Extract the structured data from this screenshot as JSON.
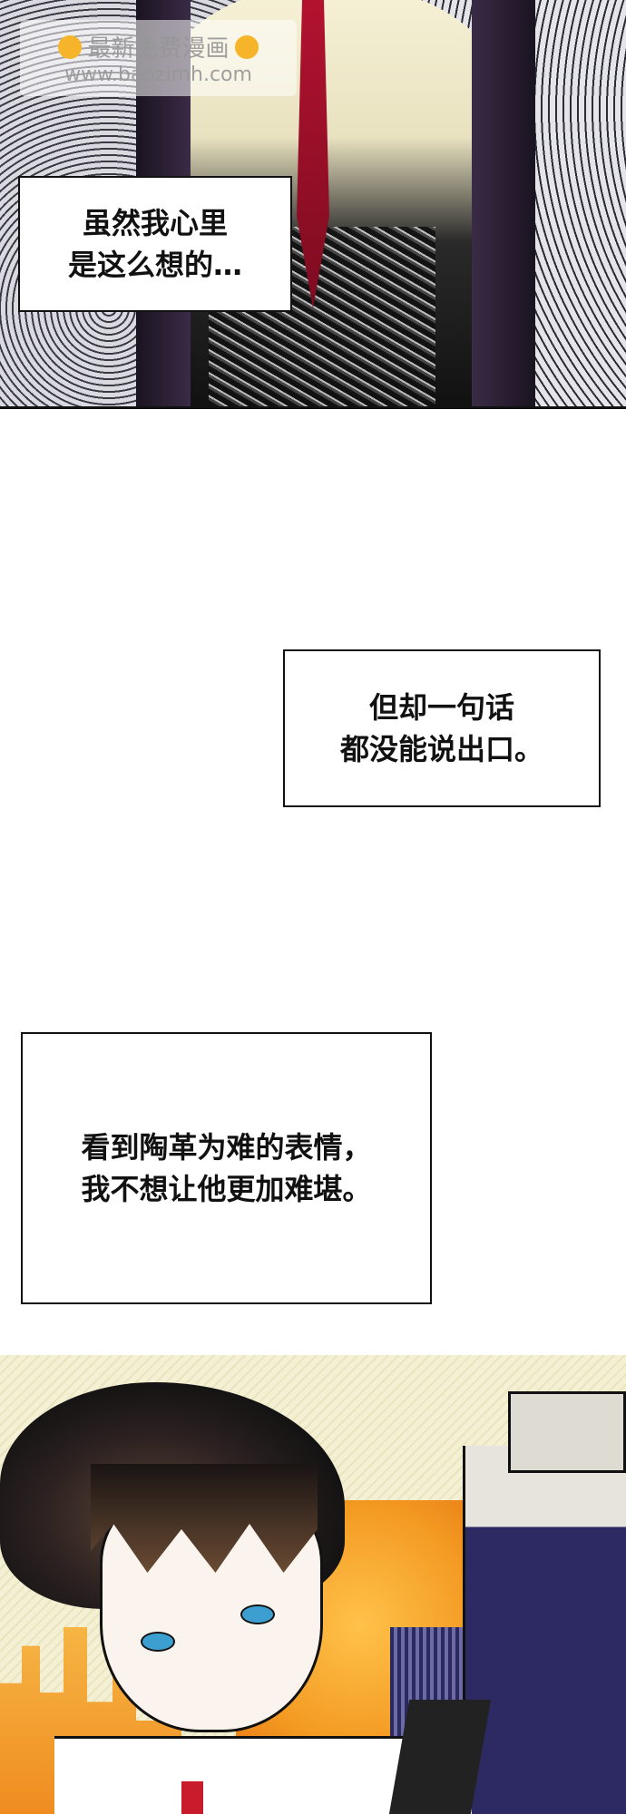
{
  "watermark": {
    "line1": "最新免费漫画",
    "line2": "www.baozimh.com"
  },
  "captions": [
    {
      "lines": [
        "虽然我心里",
        "是这么想的…"
      ]
    },
    {
      "lines": [
        "但却一句话",
        "都没能说出口。"
      ]
    },
    {
      "lines": [
        "看到陶革为难的表情，",
        "我不想让他更加难堪。"
      ]
    }
  ],
  "colors": {
    "tie": "#b3122f",
    "eyes": "#3d9fd0",
    "sunset": "#f39a22",
    "building": "#2d2a63"
  }
}
